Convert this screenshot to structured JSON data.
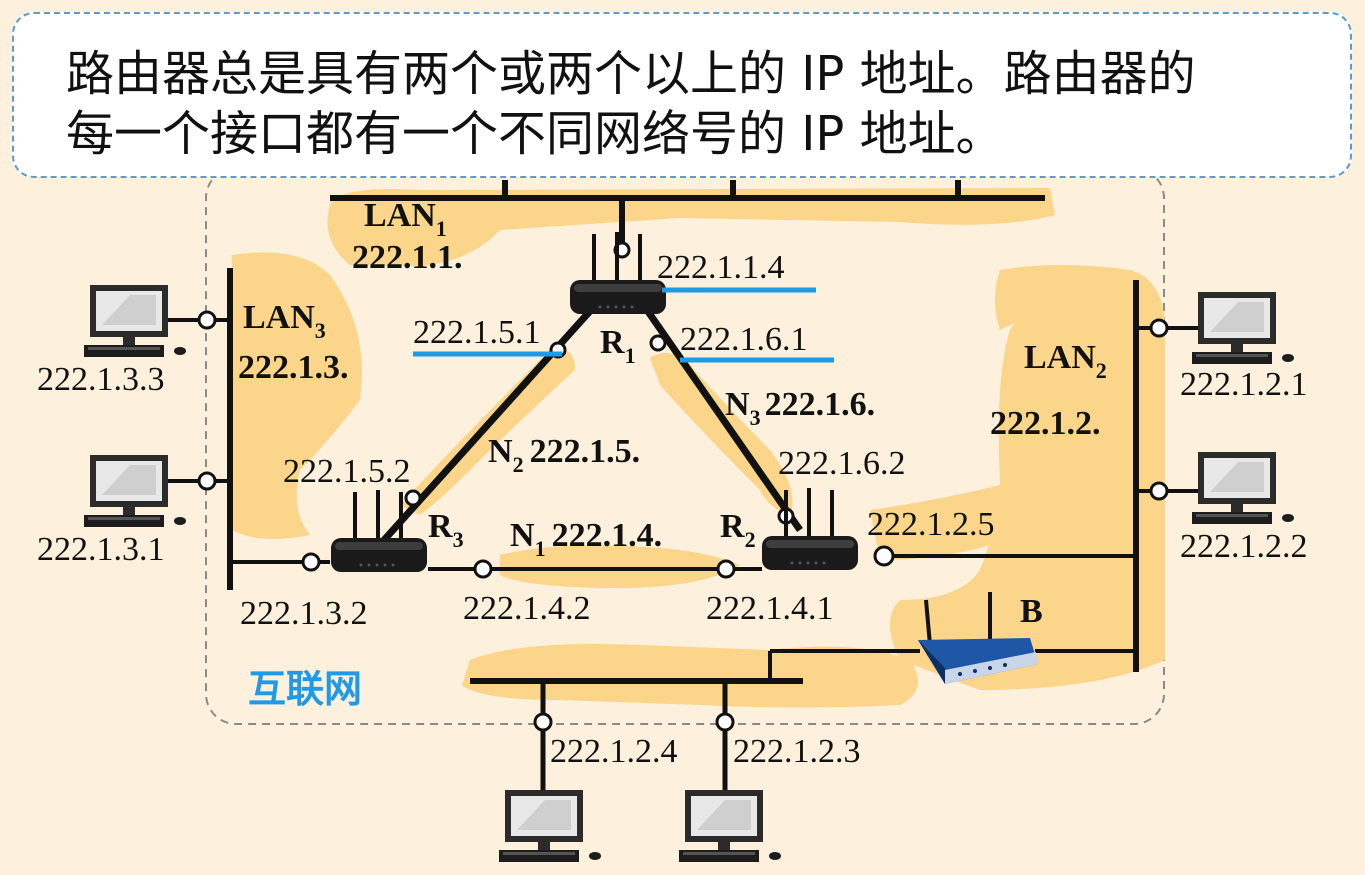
{
  "callout": {
    "line1": "路由器总是具有两个或两个以上的 IP 地址。路由器的",
    "line2": "每一个接口都有一个不同网络号的 IP 地址。"
  },
  "internet_label": "互联网",
  "routers": {
    "r1": {
      "letter": "R",
      "sub": "1"
    },
    "r2": {
      "letter": "R",
      "sub": "2"
    },
    "r3": {
      "letter": "R",
      "sub": "3"
    },
    "b": "B"
  },
  "lans": {
    "lan1": {
      "name": "LAN",
      "sub": "1",
      "prefix": "222.1.1."
    },
    "lan2": {
      "name": "LAN",
      "sub": "2",
      "prefix": "222.1.2."
    },
    "lan3": {
      "name": "LAN",
      "sub": "3",
      "prefix": "222.1.3."
    }
  },
  "links": {
    "n1": {
      "name": "N",
      "sub": "1",
      "prefix": "222.1.4."
    },
    "n2": {
      "name": "N",
      "sub": "2",
      "prefix": "222.1.5."
    },
    "n3": {
      "name": "N",
      "sub": "3",
      "prefix": "222.1.6."
    }
  },
  "addresses": {
    "r1_lan1": "222.1.1.4",
    "r1_n2": "222.1.5.1",
    "r1_n3": "222.1.6.1",
    "r3_n2": "222.1.5.2",
    "r3_lan3": "222.1.3.2",
    "r3_n1": "222.1.4.2",
    "r2_n1": "222.1.4.1",
    "r2_n3": "222.1.6.2",
    "r2_lan2": "222.1.2.5",
    "host_3_3": "222.1.3.3",
    "host_3_1": "222.1.3.1",
    "host_2_1": "222.1.2.1",
    "host_2_2": "222.1.2.2",
    "host_2_4": "222.1.2.4",
    "host_2_3": "222.1.2.3"
  },
  "colors": {
    "background": "#fdf0dc",
    "highlight": "#fbd58a",
    "underline": "#1e9be8",
    "callout_border": "#5b9bd5",
    "internet_label": "#1e9be8"
  },
  "icons": [
    "router-icon",
    "wireless-bridge-icon",
    "computer-icon"
  ]
}
